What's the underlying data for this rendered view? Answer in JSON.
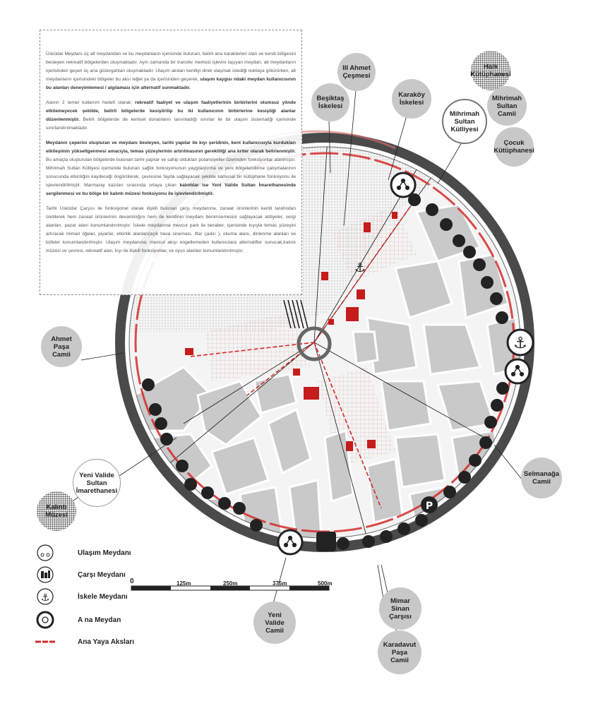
{
  "description": {
    "paragraphs": [
      {
        "parts": [
          {
            "t": "Üsküdar Meydanı üç alt meydandan ve bu meydanların içerisinde bulunan, belirli ana karakterleri olan ve kendi bölgesini besleyen rekreatif bölgelerden oluşmaktadır. Aynı zamanda bir transfer merkezi işlevini taşıyan meydan, alt meydanların içerisinden geçen üç ana güzergahtan oluşmaktadır. Ulaşım aksları kentliyi direk ulaşmak istediği noktaya götürürken, alt meydanların içerisindeki bölgeler bu aksı teğet ya da içerisinden geçerek, ",
            "b": false
          },
          {
            "t": "ulaşım kaygısı ndaki meydan kullanıcısının bu alanları deneyimlemesi / algılaması için alternatif sunmaktadır.",
            "b": true
          }
        ]
      },
      {
        "parts": [
          {
            "t": "Alanın 2 temel kullanım hedefi olarak; ",
            "b": false
          },
          {
            "t": "rekreatif faaliyet ve ulaşım faaliyetlerinin birbirlerini olumsuz yönde etkilemeyecek şekilde, belirli bölgelerde kesiştirilip bu iki kullanıcının birbirlerine kesiştiği alanlar düzenlenmiştir.",
            "b": true
          },
          {
            "t": " Belirli bölgelerde de kentsel donatıların tanımladığı sınırlar ile bir ulaşım sistematiği içerisinde sınırlandırılmaktadır.",
            "b": false
          }
        ]
      },
      {
        "parts": [
          {
            "t": "Meydanın çeperini oluşturan ve meydanı besleyen, tarihi yapılar ile kıyı şeridinin, kent kullanıcısıyla kurdukları etkileşimin yükseltgenmesi amacıyla, temas yüzeylerinin artırılmasının gerekliliği ana kriter olarak belirlenmiştir.",
            "b": true
          },
          {
            "t": " Bu amaçla oluşturulan bölgelerde bulunan tarihi yapılar ve sahip oldukları potansiyeller üzerinden fonksiyonlar atanmıştır. Mihrimah Sultan Külliyesi içerisinde bulunan sağlık fonksiyonunun yaygılaştırma ve yeni bölgelendirme çalışmalarının sonucunda etkinliğini kaydeceği öngörülerek, çevresine fayda sağlayacak şekilde kamusal bir kütüphane fonksiyonu ile işlevlendirilmiştir. Marmaray kazıları sırasında ortaya çıkan ",
            "b": false
          },
          {
            "t": "kalıntılar ise Yeni Valide Sultan İmarethanesinde sergilenmesi ve bu bölge bir kalıntı müzesi fonksiyonu ile işlevlendirilmiştir.",
            "b": true
          }
        ]
      },
      {
        "parts": [
          {
            "t": "Tarihi Üsküdar Çarşısı ile fonksiyonel olarak ilişkili bulunan çarşı meydanına, zanaat ürünlerinin kentli tarafından üretilerek hem zanaat ürünlerinin devamlılığını hem de kentlinin meydanı benimsemesini sağlayacak atölyeler, sergi alanları, pazar alanı konumlandırılmıştır. İskele meydanına  mevcut park ile beraber; içerisinde kıyıyla temas yüzeyini artıracak mimari öğeler, piyarlar, etkinlik alanları(açık hava sineması, iftar çadırı ), okuma alanı, dinlenme alanları ve büfeler konumlandırılmıştır. Ulaşım meydanına; mevcut akışı engellemeden kullanıcılara alternatifler sunucak,kalıntı müzesi ve çevresi, rekreatif alan, kıyı ile ilişkili fonksiyonlar, ve oyun alanları konumlandırılmıştır.",
            "b": false
          }
        ]
      }
    ]
  },
  "labels": [
    {
      "id": "ahmet-cesmesi",
      "text": "III Ahmet\nÇeşmesi",
      "style": "gray"
    },
    {
      "id": "halk-kutuphanesi",
      "text": "Halk\nKütüphanesi",
      "style": "hatch"
    },
    {
      "id": "besiktas-iskelesi",
      "text": "Beşiktaş\nİskelesi",
      "style": "gray"
    },
    {
      "id": "karakoy-iskelesi",
      "text": "Karaköy\nİskelesi",
      "style": "gray"
    },
    {
      "id": "mihrimah-kulliyesi",
      "text": "Mihrimah\nSultan\nKülliyesi",
      "style": "white"
    },
    {
      "id": "mihrimah-camii",
      "text": "Mihrimah\nSultan\nCamii",
      "style": "gray"
    },
    {
      "id": "cocuk-kutuphanesi",
      "text": "Çocuk\nKütüphanesi",
      "style": "gray"
    },
    {
      "id": "ahmet-pasa-camii",
      "text": "Ahmet\nPaşa\nCamii",
      "style": "gray"
    },
    {
      "id": "selmanaga-camii",
      "text": "Selmanağa\nCamii",
      "style": "gray"
    },
    {
      "id": "yeni-valide-imarethanesi",
      "text": "Yeni  Valide\nSultan\nİmarethanesi",
      "style": "white"
    },
    {
      "id": "kalinti-muzesi",
      "text": "Kalıntı\nMüzesi",
      "style": "hatch"
    },
    {
      "id": "mimar-sinan-carsisi",
      "text": "Mimar\nSinan\nÇarşısı",
      "style": "gray"
    },
    {
      "id": "yeni-valide-camii",
      "text": "Yeni\nValide\nCamii",
      "style": "gray"
    },
    {
      "id": "karadavut-pasa-camii",
      "text": "Karadavut\nPaşa\nCamii",
      "style": "gray"
    }
  ],
  "legend": [
    {
      "id": "ulasim",
      "label": "Ulaşım Meydanı",
      "icon": "share-nodes-icon"
    },
    {
      "id": "carsi",
      "label": "Çarşı Meydanı",
      "icon": "market-buildings-icon"
    },
    {
      "id": "iskele",
      "label": "İskele Meydanı",
      "icon": "anchor-icon"
    },
    {
      "id": "ana",
      "label": "A na Meydan",
      "icon": "main-square-ring-icon"
    },
    {
      "id": "yaya",
      "label": "Ana Yaya Aksları",
      "icon": "red-dashed-line-icon"
    }
  ],
  "scale": {
    "ticks": [
      "0",
      "125m",
      "250m",
      "375m",
      "500m"
    ]
  },
  "colors": {
    "accent_red": "#d42a2a",
    "ring_dark": "#4a4a4a",
    "block_gray": "#c9c9c9",
    "label_gray": "#c8c8c8"
  }
}
